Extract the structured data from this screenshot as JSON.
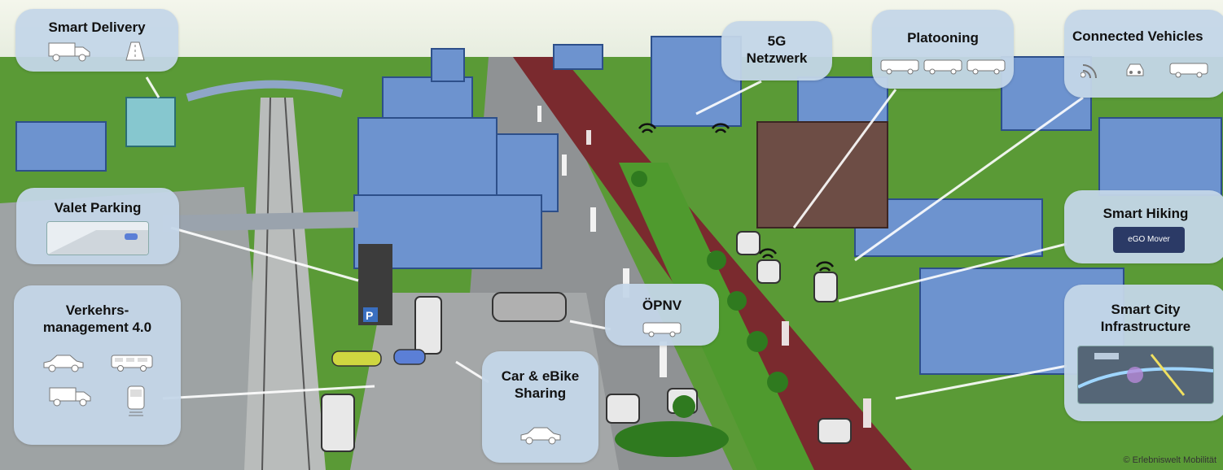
{
  "callouts": {
    "smart_delivery": "Smart Delivery",
    "valet_parking": "Valet Parking",
    "verkehrsmanagement_line1": "Verkehrs-",
    "verkehrsmanagement_line2": "management 4.0",
    "netzwerk_line1": "5G",
    "netzwerk_line2": "Netzwerk",
    "platooning": "Platooning",
    "connected_vehicles": "Connected Vehicles",
    "smart_hiking": "Smart Hiking",
    "oepnv": "ÖPNV",
    "car_ebike_line1": "Car & eBike",
    "car_ebike_line2": "Sharing",
    "smart_city_line1": "Smart City",
    "smart_city_line2": "Infrastructure"
  },
  "labels": {
    "parking_sign": "P",
    "shuttle_sign": "eGO Mover"
  },
  "copyright": "© Erlebniswelt Mobilität",
  "colors": {
    "callout_bg": "#c4d6e8",
    "building_blue": "#5b86c9",
    "bike_lane": "#7a2a2e",
    "grass": "#4a8f2c",
    "road": "#8f9294",
    "sky": "#eef2e6"
  },
  "icons": [
    "truck-icon",
    "road-icon",
    "car-icon",
    "bus-icon",
    "train-icon",
    "wifi-icon"
  ]
}
